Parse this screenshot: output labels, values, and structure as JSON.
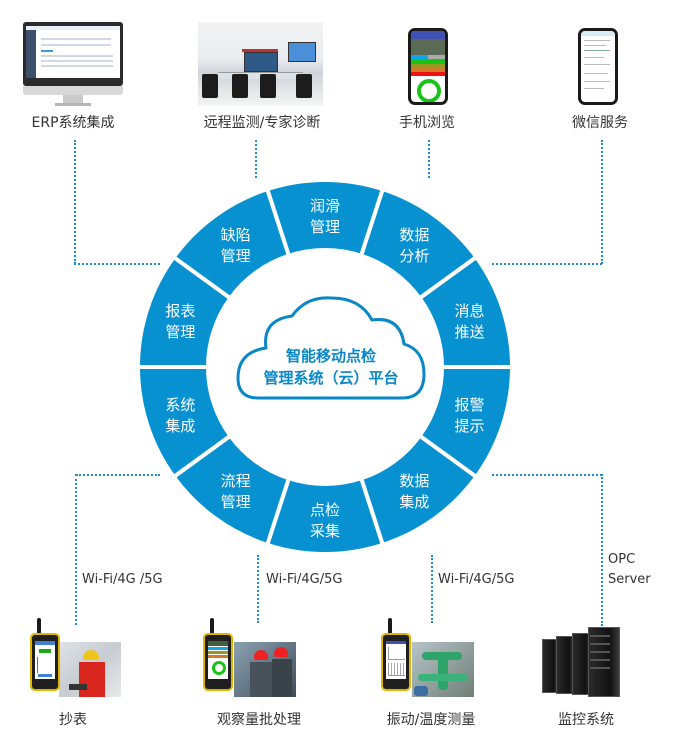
{
  "top_nodes": [
    {
      "label": "ERP系统集成",
      "icon": "erp-monitor-icon"
    },
    {
      "label": "远程监测/专家诊断",
      "icon": "control-room-photo"
    },
    {
      "label": "手机浏览",
      "icon": "mobile-phone-icon"
    },
    {
      "label": "微信服务",
      "icon": "wechat-phone-icon"
    }
  ],
  "center": {
    "line1": "智能移动点检",
    "line2": "管理系统（云）平台"
  },
  "ring_segments": [
    {
      "line1": "润滑",
      "line2": "管理"
    },
    {
      "line1": "数据",
      "line2": "分析"
    },
    {
      "line1": "消息",
      "line2": "推送"
    },
    {
      "line1": "报警",
      "line2": "提示"
    },
    {
      "line1": "数据",
      "line2": "集成"
    },
    {
      "line1": "点检",
      "line2": "采集"
    },
    {
      "line1": "流程",
      "line2": "管理"
    },
    {
      "line1": "系统",
      "line2": "集成"
    },
    {
      "line1": "报表",
      "line2": "管理"
    },
    {
      "line1": "缺陷",
      "line2": "管理"
    }
  ],
  "connections": {
    "left": "Wi-Fi/4G /5G",
    "mid_left": "Wi-Fi/4G/5G",
    "mid_right": "Wi-Fi/4G/5G",
    "right_line1": "OPC",
    "right_line2": "Server"
  },
  "bottom_nodes": [
    {
      "label": "抄表",
      "icon": "rugged-handheld-meter-reading"
    },
    {
      "label": "观察量批处理",
      "icon": "rugged-handheld-batch-observation"
    },
    {
      "label": "振动/温度测量",
      "icon": "rugged-handheld-vibration-temperature"
    },
    {
      "label": "监控系统",
      "icon": "server-rack-icon"
    }
  ],
  "colors": {
    "ring": "#0891d1",
    "divider": "#ffffff",
    "dotted_line": "#1a8fd1",
    "center_text": "#0a87c7"
  }
}
